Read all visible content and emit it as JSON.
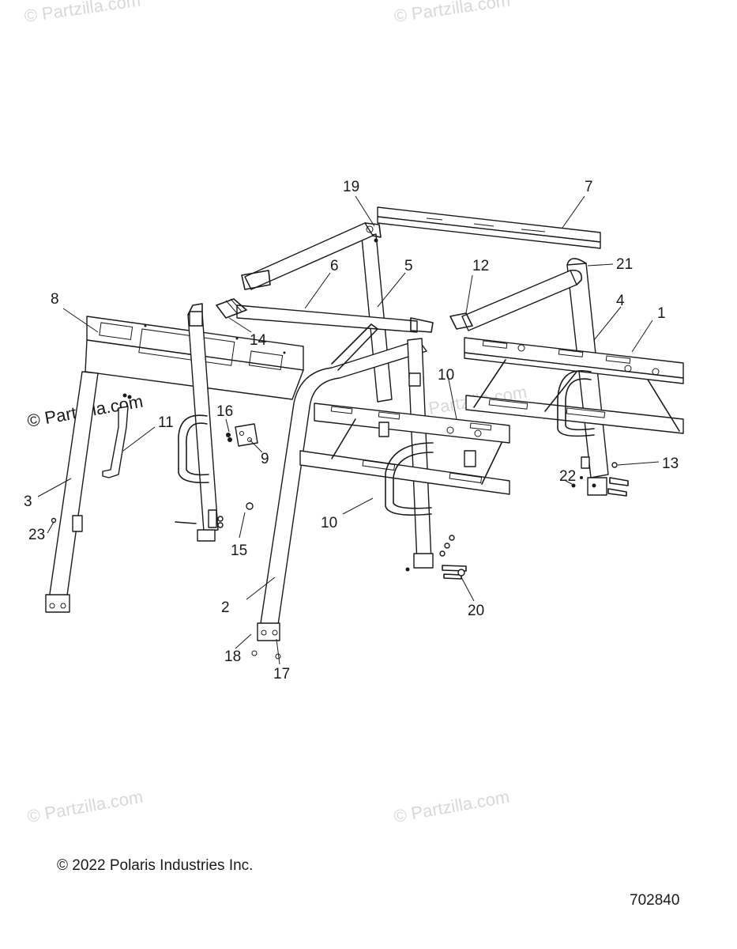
{
  "watermarks": {
    "top_left": "© Partzilla.com",
    "top_right": "© Partzilla.com",
    "mid_left": "© Partzilla.com",
    "mid_center": "© Partzilla.com",
    "bottom_left": "© Partzilla.com",
    "bottom_right": "© Partzilla.com"
  },
  "callouts": {
    "c1": "1",
    "c2": "2",
    "c3": "3",
    "c4": "4",
    "c5": "5",
    "c6": "6",
    "c7": "7",
    "c8": "8",
    "c9": "9",
    "c10a": "10",
    "c10b": "10",
    "c11": "11",
    "c12": "12",
    "c13": "13",
    "c14": "14",
    "c15": "15",
    "c16": "16",
    "c17": "17",
    "c18": "18",
    "c19": "19",
    "c20": "20",
    "c21": "21",
    "c22": "22",
    "c23": "23"
  },
  "footer": {
    "copyright": "© 2022 Polaris Industries Inc.",
    "diagram_number": "702840"
  }
}
